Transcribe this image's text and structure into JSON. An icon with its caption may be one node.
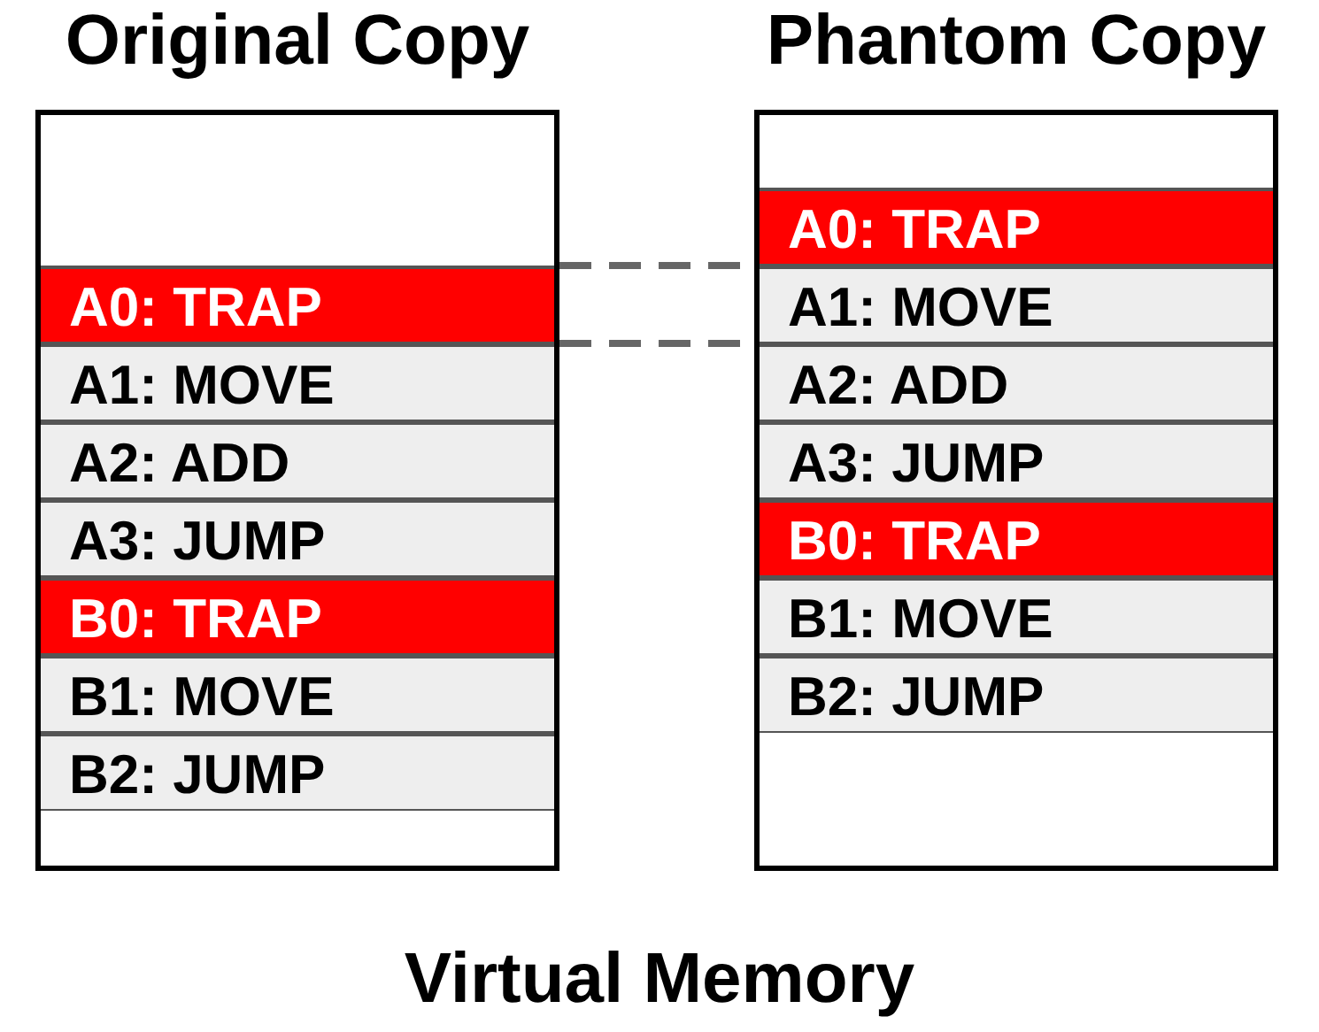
{
  "diagram": {
    "caption": "Virtual Memory",
    "nodes": [
      {
        "text": [
          "Original Copy"
        ]
      },
      {
        "text": [
          "A0: TRAP"
        ],
        "in": 0
      },
      {
        "text": [
          "A1: MOVE"
        ],
        "in": 0
      },
      {
        "text": [
          "A2: ADD"
        ],
        "in": 0
      },
      {
        "text": [
          "A3: JUMP"
        ],
        "in": 0
      },
      {
        "text": [
          "B0: TRAP"
        ],
        "in": 0
      },
      {
        "text": [
          "B1: MOVE"
        ],
        "in": 0
      },
      {
        "text": [
          "B2: JUMP"
        ],
        "in": 0
      },
      {
        "text": [
          "Phantom Copy"
        ]
      },
      {
        "text": [
          "A0: TRAP"
        ],
        "in": 8
      },
      {
        "text": [
          "A1: MOVE"
        ],
        "in": 8
      },
      {
        "text": [
          "A2: ADD"
        ],
        "in": 8
      },
      {
        "text": [
          "A3: JUMP"
        ],
        "in": 8
      },
      {
        "text": [
          "B0: TRAP"
        ],
        "in": 8
      },
      {
        "text": [
          "B1: MOVE"
        ],
        "in": 8
      },
      {
        "text": [
          "B2: JUMP"
        ],
        "in": 8
      }
    ],
    "edges": [
      {
        "from": 1,
        "to": 10,
        "arrow": "none",
        "style": "dashed"
      },
      {
        "from": 1,
        "to": 10,
        "arrow": "none",
        "style": "dashed"
      }
    ]
  }
}
